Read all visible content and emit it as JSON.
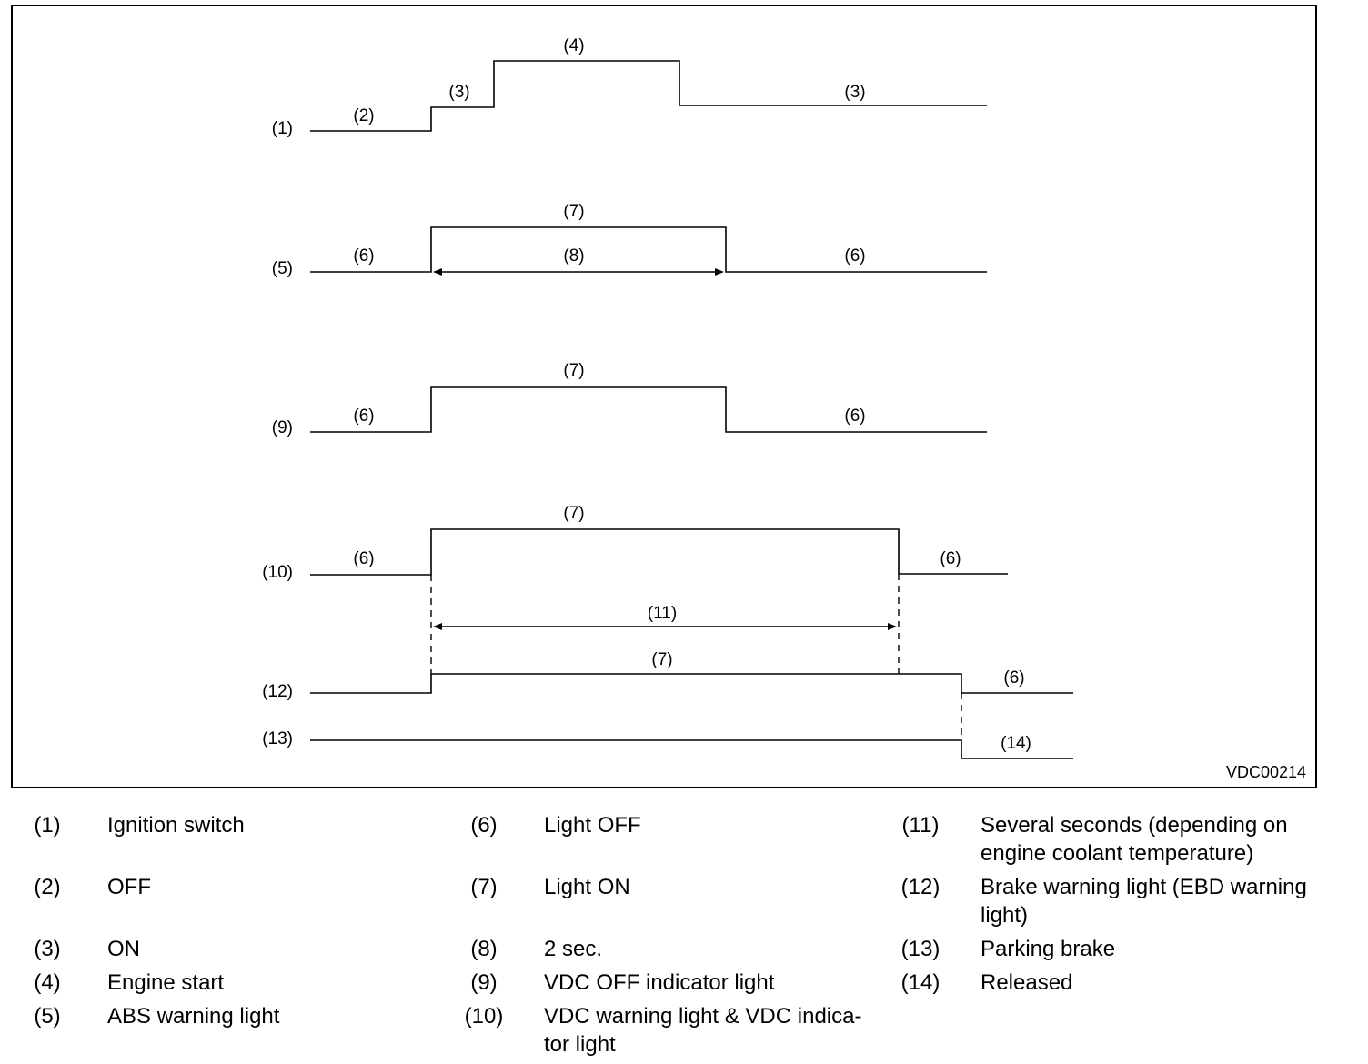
{
  "figure": {
    "code": "VDC00214",
    "row_labels": {
      "r1": "(1)",
      "r5": "(5)",
      "r9": "(9)",
      "r10": "(10)",
      "r12": "(12)",
      "r13": "(13)"
    },
    "segment_labels": {
      "ign_off": "(2)",
      "ign_on_a": "(3)",
      "ign_start": "(4)",
      "ign_on_b": "(3)",
      "abs_off_a": "(6)",
      "abs_on": "(7)",
      "abs_duration": "(8)",
      "abs_off_b": "(6)",
      "vdcoff_off_a": "(6)",
      "vdcoff_on": "(7)",
      "vdcoff_off_b": "(6)",
      "vdcw_off_a": "(6)",
      "vdcw_on": "(7)",
      "vdcw_off_b": "(6)",
      "vdcw_duration": "(11)",
      "brake_on": "(7)",
      "brake_off": "(6)",
      "parking_released": "(14)"
    }
  },
  "legend": [
    {
      "num": "(1)",
      "text": "Ignition switch"
    },
    {
      "num": "(2)",
      "text": "OFF"
    },
    {
      "num": "(3)",
      "text": "ON"
    },
    {
      "num": "(4)",
      "text": "Engine start"
    },
    {
      "num": "(5)",
      "text": "ABS warning light"
    },
    {
      "num": "(6)",
      "text": "Light OFF"
    },
    {
      "num": "(7)",
      "text": "Light ON"
    },
    {
      "num": "(8)",
      "text": "2 sec."
    },
    {
      "num": "(9)",
      "text": "VDC OFF indicator light"
    },
    {
      "num": "(10)",
      "text": "VDC warning light & VDC indica- tor light"
    },
    {
      "num": "(11)",
      "text": "Several seconds (depending on engine coolant temperature)"
    },
    {
      "num": "(12)",
      "text": "Brake warning light (EBD warning light)"
    },
    {
      "num": "(13)",
      "text": "Parking brake"
    },
    {
      "num": "(14)",
      "text": "Released"
    }
  ]
}
